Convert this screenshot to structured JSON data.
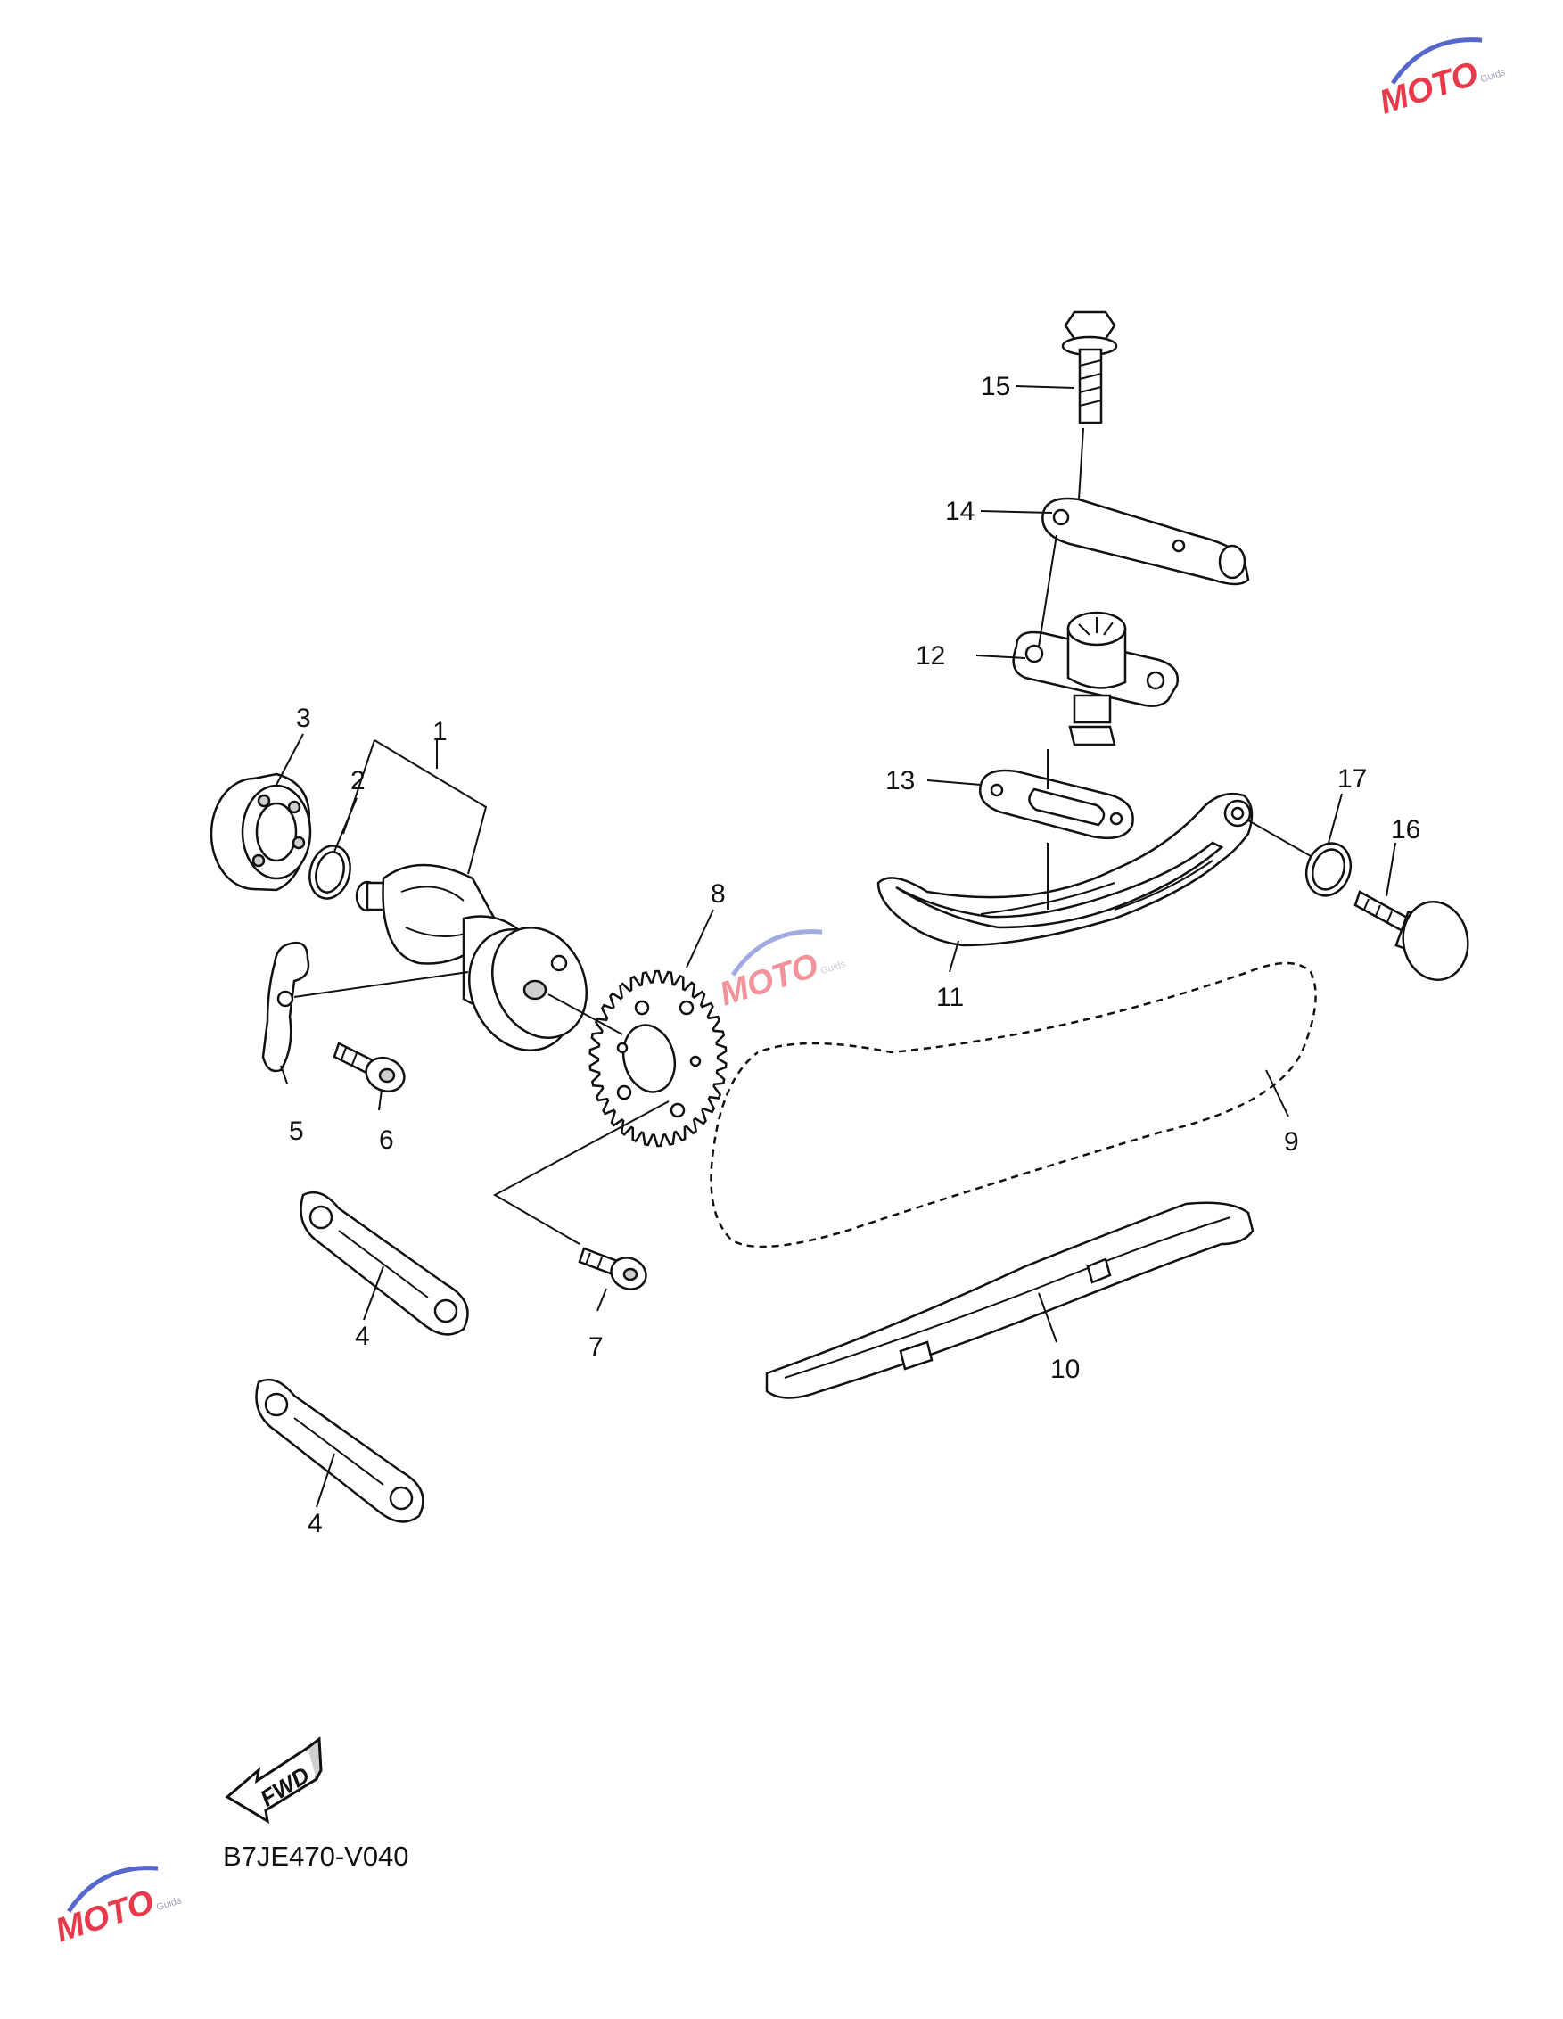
{
  "diagram": {
    "part_code": "B7JE470-V040",
    "fwd_label": "FWD",
    "callouts": [
      {
        "id": "c1",
        "label": "1"
      },
      {
        "id": "c2",
        "label": "2"
      },
      {
        "id": "c3",
        "label": "3"
      },
      {
        "id": "c4a",
        "label": "4"
      },
      {
        "id": "c4b",
        "label": "4"
      },
      {
        "id": "c5",
        "label": "5"
      },
      {
        "id": "c6",
        "label": "6"
      },
      {
        "id": "c7",
        "label": "7"
      },
      {
        "id": "c8",
        "label": "8"
      },
      {
        "id": "c9",
        "label": "9"
      },
      {
        "id": "c10",
        "label": "10"
      },
      {
        "id": "c11",
        "label": "11"
      },
      {
        "id": "c12",
        "label": "12"
      },
      {
        "id": "c13",
        "label": "13"
      },
      {
        "id": "c14",
        "label": "14"
      },
      {
        "id": "c15",
        "label": "15"
      },
      {
        "id": "c16",
        "label": "16"
      },
      {
        "id": "c17",
        "label": "17"
      }
    ]
  },
  "watermark": {
    "brand": "MOTO",
    "sub": "Guids",
    "brand_color": "#e83a4a",
    "swoosh_color": "#5566cc"
  }
}
